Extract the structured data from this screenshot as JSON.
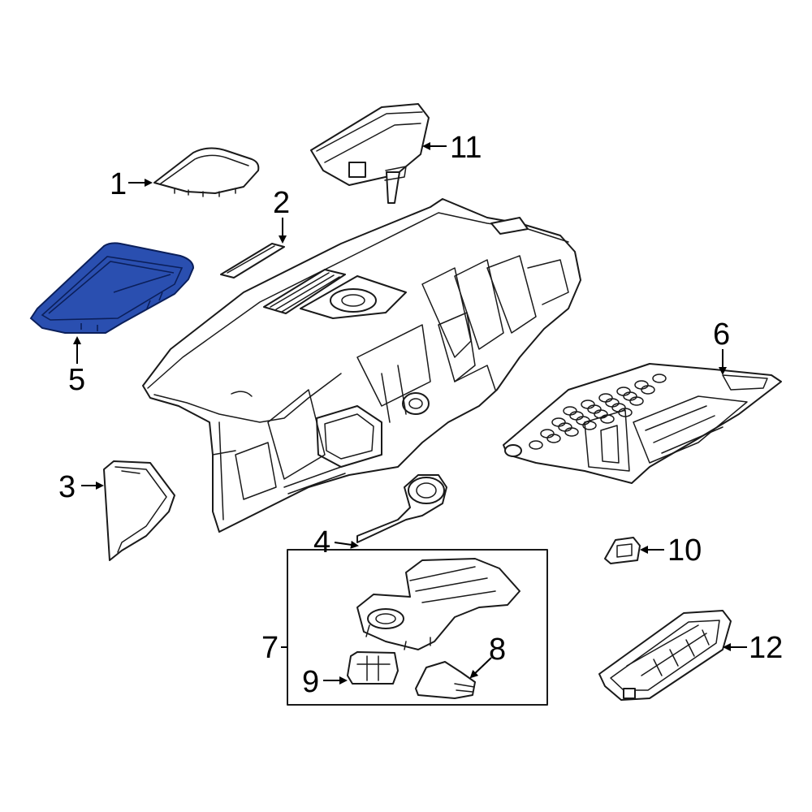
{
  "callouts": {
    "c1": "1",
    "c2": "2",
    "c3": "3",
    "c4": "4",
    "c5": "5",
    "c6": "6",
    "c7": "7",
    "c8": "8",
    "c9": "9",
    "c10": "10",
    "c11": "11",
    "c12": "12"
  },
  "highlight": {
    "part": "5",
    "color": "#2a4fb0"
  }
}
